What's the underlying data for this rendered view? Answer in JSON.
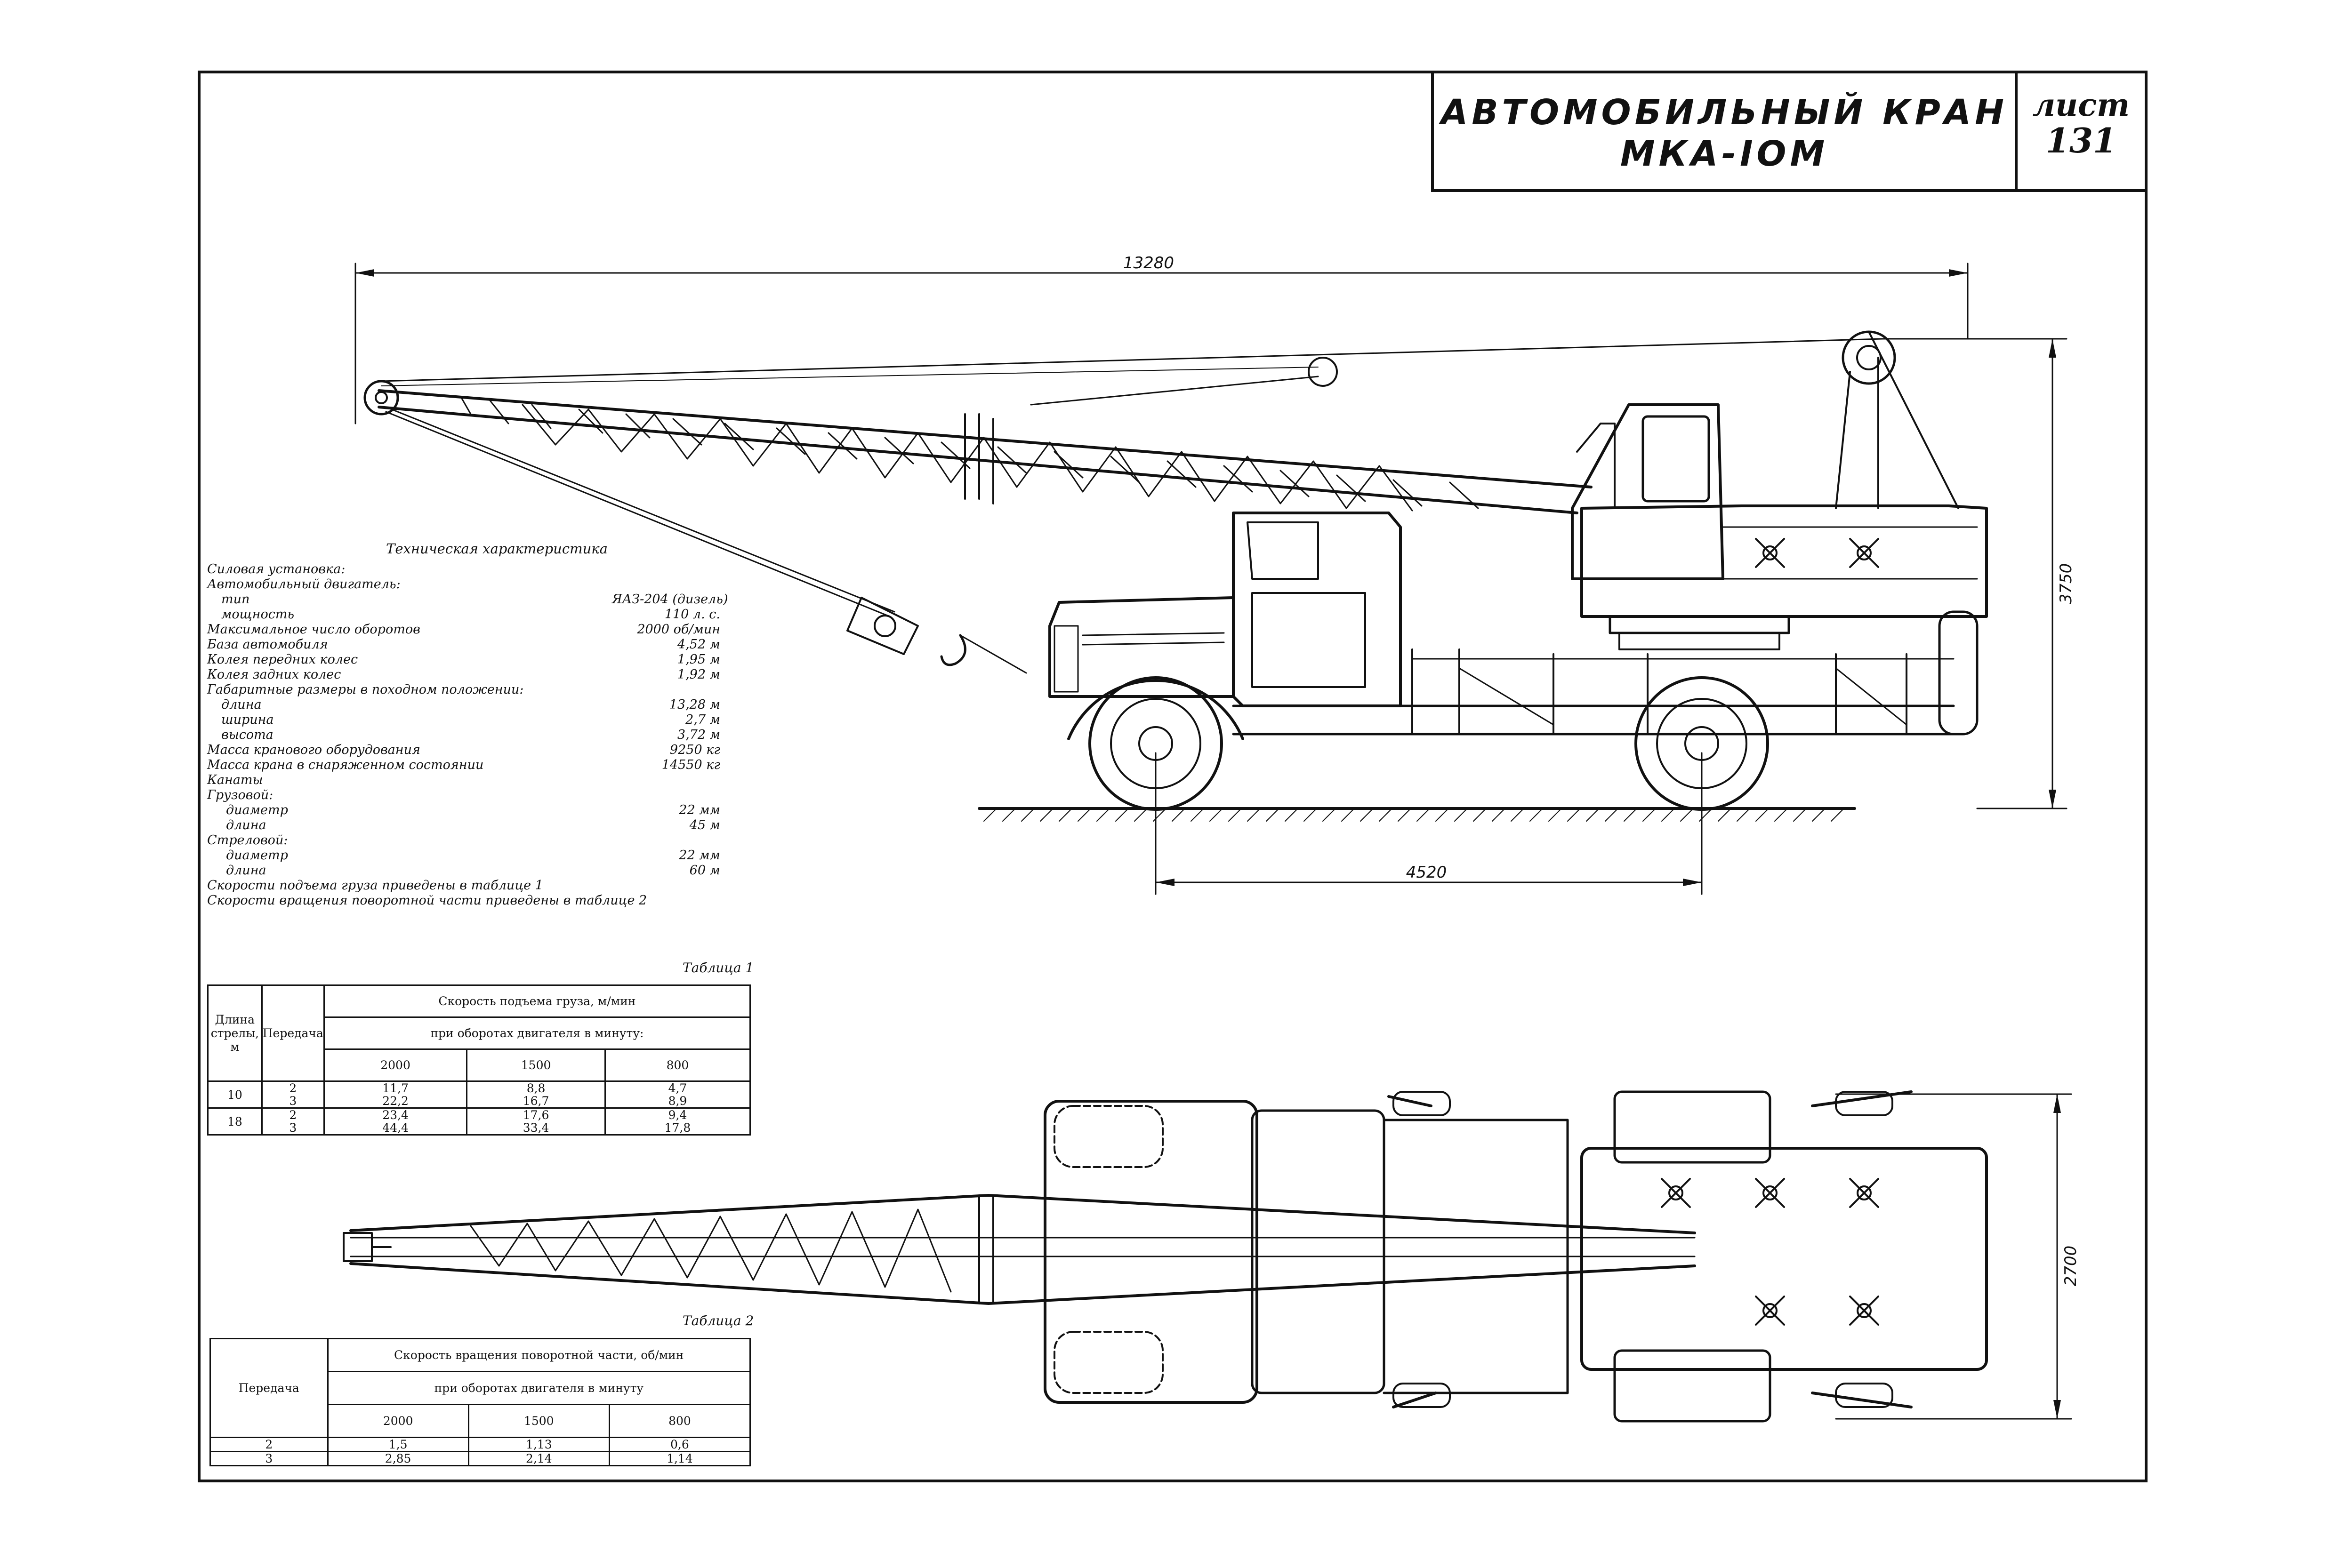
{
  "title": {
    "line1": "АВТОМОБИЛЬНЫЙ КРАН",
    "line2": "МКА-IOM",
    "sheet_label": "лист",
    "sheet_number": "131"
  },
  "dimensions": {
    "overall_length": "13280",
    "height": "3750",
    "wheelbase": "4520",
    "width_plan": "2700"
  },
  "specs": {
    "heading": "Техническая характеристика",
    "rows": [
      {
        "label": "Силовая установка:",
        "value": "",
        "indent": 0
      },
      {
        "label": "Автомобильный двигатель:",
        "value": "",
        "indent": 0
      },
      {
        "label": "тип",
        "value": "ЯАЗ-204 (дизель)",
        "indent": 1
      },
      {
        "label": "мощность",
        "value": "110 л. с.",
        "indent": 1
      },
      {
        "label": "Максимальное число оборотов",
        "value": "2000 об/мин",
        "indent": 0
      },
      {
        "label": "База автомобиля",
        "value": "4,52 м",
        "indent": 0
      },
      {
        "label": "Колея передних колес",
        "value": "1,95 м",
        "indent": 0
      },
      {
        "label": "Колея задних колес",
        "value": "1,92 м",
        "indent": 0
      },
      {
        "label": "Габаритные размеры в походном положении:",
        "value": "",
        "indent": 0
      },
      {
        "label": "длина",
        "value": "13,28 м",
        "indent": 1
      },
      {
        "label": "ширина",
        "value": "2,7 м",
        "indent": 1
      },
      {
        "label": "высота",
        "value": "3,72 м",
        "indent": 1
      },
      {
        "label": "Масса кранового оборудования",
        "value": "9250 кг",
        "indent": 0
      },
      {
        "label": "Масса крана в снаряженном состоянии",
        "value": "14550 кг",
        "indent": 0
      },
      {
        "label": "Канаты",
        "value": "",
        "indent": 0
      },
      {
        "label": "Грузовой:",
        "value": "",
        "indent": 0
      },
      {
        "label": "диаметр",
        "value": "22 мм",
        "indent": 2
      },
      {
        "label": "длина",
        "value": "45 м",
        "indent": 2
      },
      {
        "label": "Стреловой:",
        "value": "",
        "indent": 0
      },
      {
        "label": "диаметр",
        "value": "22 мм",
        "indent": 2
      },
      {
        "label": "длина",
        "value": "60 м",
        "indent": 2
      },
      {
        "label": "Скорости подъема груза приведены в таблице 1",
        "value": "",
        "indent": 0
      },
      {
        "label": "Скорости вращения поворотной части приведены в таблице 2",
        "value": "",
        "indent": 0
      }
    ]
  },
  "table1": {
    "caption": "Таблица 1",
    "col_boom": "Длина стрелы, м",
    "col_gear": "Передача",
    "col_speed": "Скорость подъема груза, м/мин",
    "col_rpm": "при оборотах двигателя в минуту:",
    "rpm": [
      "2000",
      "1500",
      "800"
    ],
    "rows": [
      {
        "boom": "10",
        "gear": "2",
        "v": [
          "11,7",
          "8,8",
          "4,7"
        ]
      },
      {
        "boom": "",
        "gear": "3",
        "v": [
          "22,2",
          "16,7",
          "8,9"
        ]
      },
      {
        "boom": "18",
        "gear": "2",
        "v": [
          "23,4",
          "17,6",
          "9,4"
        ]
      },
      {
        "boom": "",
        "gear": "3",
        "v": [
          "44,4",
          "33,4",
          "17,8"
        ]
      }
    ]
  },
  "table2": {
    "caption": "Таблица 2",
    "col_gear": "Передача",
    "col_speed": "Скорость вращения поворотной части, об/мин",
    "col_rpm": "при оборотах двигателя в минуту",
    "rpm": [
      "2000",
      "1500",
      "800"
    ],
    "rows": [
      {
        "gear": "2",
        "v": [
          "1,5",
          "1,13",
          "0,6"
        ]
      },
      {
        "gear": "3",
        "v": [
          "2,85",
          "2,14",
          "1,14"
        ]
      }
    ]
  }
}
